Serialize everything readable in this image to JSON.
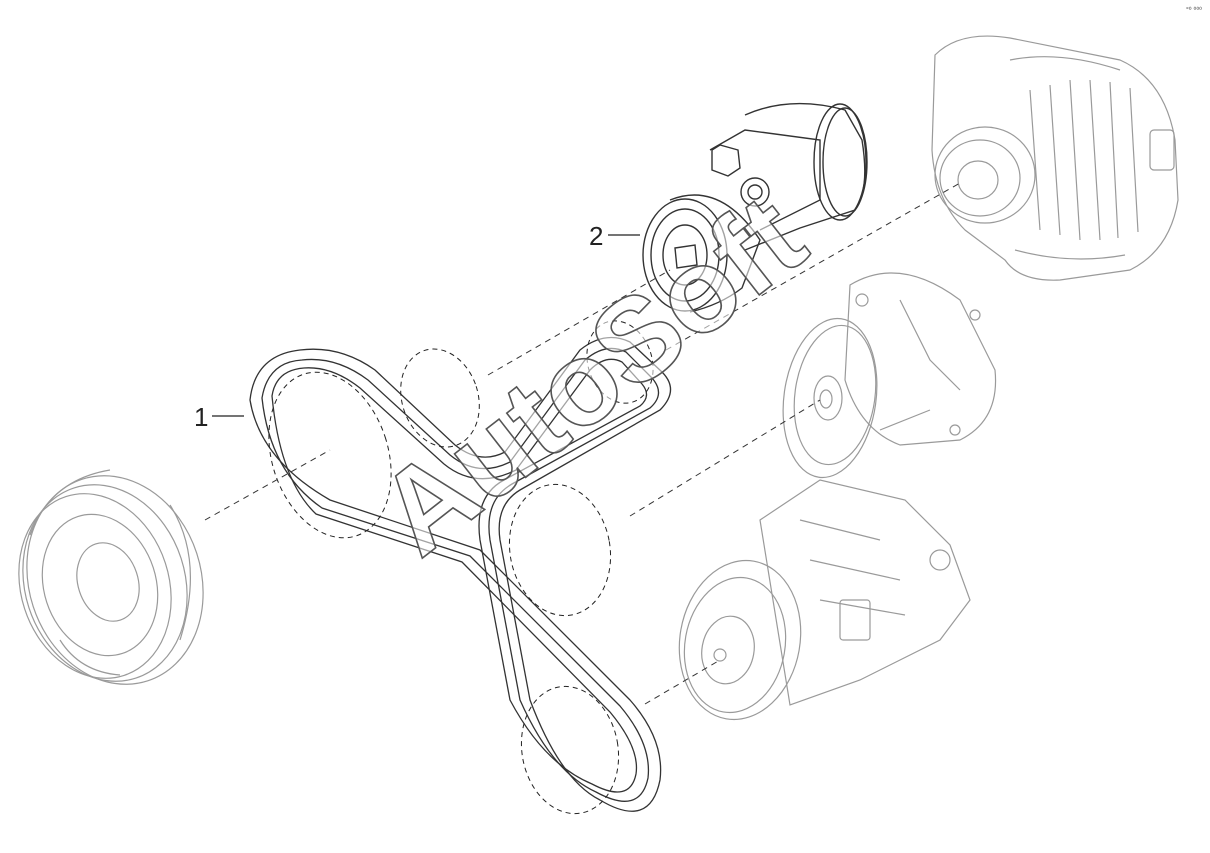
{
  "callouts": [
    {
      "number": "1",
      "part": "belt"
    },
    {
      "number": "2",
      "part": "tensioner"
    }
  ],
  "watermark": "AutoSoft",
  "corner_mark": "°⁰ ⁰⁰⁰"
}
